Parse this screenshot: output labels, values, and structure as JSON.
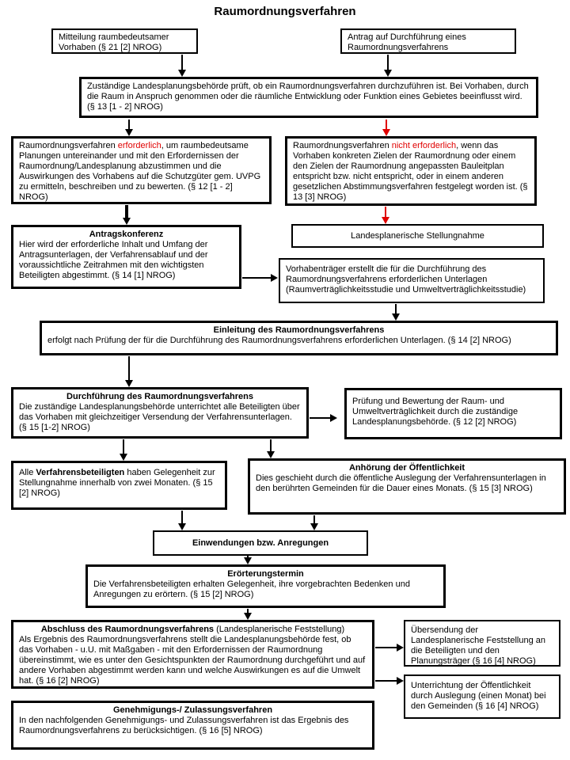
{
  "title": "Raumordnungsverfahren",
  "colors": {
    "accent_red": "#e00000",
    "line_black": "#000000"
  },
  "boxes": {
    "mitteilung": {
      "text": "Mitteilung raumbedeutsamer Vorhaben (§ 21 [2] NROG)"
    },
    "antrag": {
      "text": "Antrag auf Durchführung eines Raumordnungsverfahrens"
    },
    "pruefung": {
      "text": "Zuständige Landesplanungsbehörde prüft, ob ein Raumordnungsverfahren durchzuführen ist. Bei Vorhaben, durch die Raum in Anspruch genommen oder die räumliche Entwicklung oder Funktion eines Gebietes beeinflusst wird. (§ 13 [1 - 2] NROG)"
    },
    "erforderlich": {
      "pre": "Raumordnungsverfahren ",
      "highlight": "erforderlich",
      "post": ", um raumbedeutsame Planungen untereinander und mit den Erfordernissen der Raumordnung/Landesplanung abzustimmen und die Auswirkungen des Vorhabens auf die Schutzgüter gem. UVPG zu ermitteln, beschreiben und zu bewerten. (§ 12 [1 - 2] NROG)"
    },
    "nicht_erforderlich": {
      "pre": "Raumordnungsverfahren ",
      "highlight": "nicht erforderlich",
      "post": ", wenn das Vorhaben konkreten Zielen der Raumordnung oder einem den Zielen der Raumordnung angepassten Bauleitplan entspricht bzw. nicht entspricht, oder in einem anderen gesetzlichen Abstimmungsverfahren festgelegt worden ist. (§ 13 [3] NROG)"
    },
    "antragskonferenz": {
      "title": "Antragskonferenz",
      "body": "Hier wird der erforderliche Inhalt und Umfang der Antragsunterlagen, der Verfahrensablauf und der voraussichtliche Zeitrahmen mit den wichtigsten Beteiligten abgestimmt. (§ 14 [1] NROG)"
    },
    "stellungnahme": {
      "text": "Landesplanerische Stellungnahme"
    },
    "vorhabentraeger": {
      "text": "Vorhabenträger erstellt die für die Durchführung des Raumordnungsverfahrens erforderlichen Unterlagen (Raumverträglichkeitsstudie und Umweltverträglichkeitsstudie)"
    },
    "einleitung": {
      "title": "Einleitung des Raumordnungsverfahrens",
      "body": "erfolgt nach Prüfung der für die Durchführung des Raumordnungsverfahrens erforderlichen Unterlagen. (§ 14 [2] NROG)"
    },
    "durchfuehrung": {
      "title": "Durchführung des Raumordnungsverfahrens",
      "body": "Die zuständige Landesplanungsbehörde unterrichtet alle Beteiligten über das Vorhaben mit gleichzeitiger Versendung der Verfahrensunterlagen. (§ 15 [1-2] NROG)"
    },
    "bewertung": {
      "text": "Prüfung und Bewertung der Raum- und Umweltverträglichkeit durch die zuständige Landesplanungsbehörde. (§ 12 [2] NROG)"
    },
    "beteiligte": {
      "pre": "Alle ",
      "bold": "Verfahrensbeteiligten",
      "post": " haben Gelegenheit zur Stellungnahme innerhalb von zwei Monaten. (§ 15 [2] NROG)"
    },
    "anhoerung": {
      "title": "Anhörung der Öffentlichkeit",
      "body": "Dies geschieht durch die öffentliche Auslegung der Verfahrensunterlagen in den berührten Gemeinden für die Dauer eines Monats. (§ 15 [3] NROG)"
    },
    "einwendungen": {
      "text": "Einwendungen bzw. Anregungen"
    },
    "eroerterungstermin": {
      "title": "Erörterungstermin",
      "body": "Die Verfahrensbeteiligten erhalten Gelegenheit, ihre vorgebrachten Bedenken und Anregungen zu erörtern. (§ 15 [2] NROG)"
    },
    "abschluss": {
      "title": "Abschluss des Raumordnungsverfahrens",
      "title_suffix": " (Landesplanerische Feststellung)",
      "body": "Als Ergebnis des Raumordnungsverfahrens stellt die Landesplanungsbehörde fest, ob das Vorhaben - u.U. mit Maßgaben - mit den Erfordernissen der Raumordnung übereinstimmt, wie es unter den Gesichtspunkten der Raumordnung durchgeführt und auf andere Vorhaben abgestimmt werden kann und welche Auswirkungen es auf die Umwelt hat. (§ 16 [2] NROG)"
    },
    "uebersendung": {
      "text": "Übersendung der Landesplanerische Feststellung an die Beteiligten und den Planungsträger (§ 16 [4] NROG)"
    },
    "unterrichtung": {
      "text": "Unterrichtung der Öffentlichkeit durch Auslegung (einen Monat) bei den Gemeinden (§ 16 [4] NROG)"
    },
    "genehmigung": {
      "title": "Genehmigungs-/ Zulassungsverfahren",
      "body": "In den nachfolgenden Genehmigungs- und Zulassungsverfahren ist das Ergebnis des Raumordnungsverfahrens zu berücksichtigen. (§ 16 [5] NROG)"
    }
  }
}
